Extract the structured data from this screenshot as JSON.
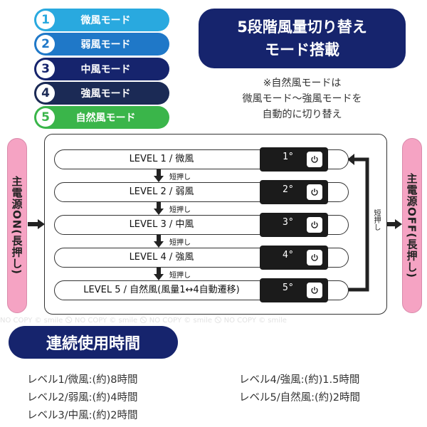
{
  "modes": [
    {
      "num": "1",
      "label": "微風モード",
      "color": "#29a9df"
    },
    {
      "num": "2",
      "label": "弱風モード",
      "color": "#1f78c8"
    },
    {
      "num": "3",
      "label": "中風モード",
      "color": "#16246d"
    },
    {
      "num": "4",
      "label": "強風モード",
      "color": "#1b2a55"
    },
    {
      "num": "5",
      "label": "自然風モード",
      "color": "#3ab54a"
    }
  ],
  "headline": {
    "line1": "5段階風量切り替え",
    "line2": "モード搭載"
  },
  "note": {
    "line1": "※自然風モードは",
    "line2": "微風モード〜強風モードを",
    "line3": "自動的に切り替え"
  },
  "power_on": "主電源ON(長押し)",
  "power_off": "主電源OFF(長押し)",
  "levels": [
    {
      "label": "LEVEL 1 / 微風",
      "display": "1°"
    },
    {
      "label": "LEVEL 2 / 弱風",
      "display": "2°"
    },
    {
      "label": "LEVEL 3 / 中風",
      "display": "3°"
    },
    {
      "label": "LEVEL 4 / 強風",
      "display": "4°"
    },
    {
      "label": "LEVEL 5 / 自然風(風量1↔4自動遷移)",
      "display": "5°"
    }
  ],
  "short_press": "短押し",
  "usage_title": "連続使用時間",
  "usage": [
    "レベル1/微風:(約)8時間",
    "レベル2/弱風:(約)4時間",
    "レベル3/中風:(約)2時間",
    "レベル4/強風:(約)1.5時間",
    "レベル5/自然風:(約)2時間"
  ],
  "watermark": "NO COPY © smile 🛇 NO COPY © smile 🛇 NO COPY © smile 🛇 NO COPY © smile"
}
